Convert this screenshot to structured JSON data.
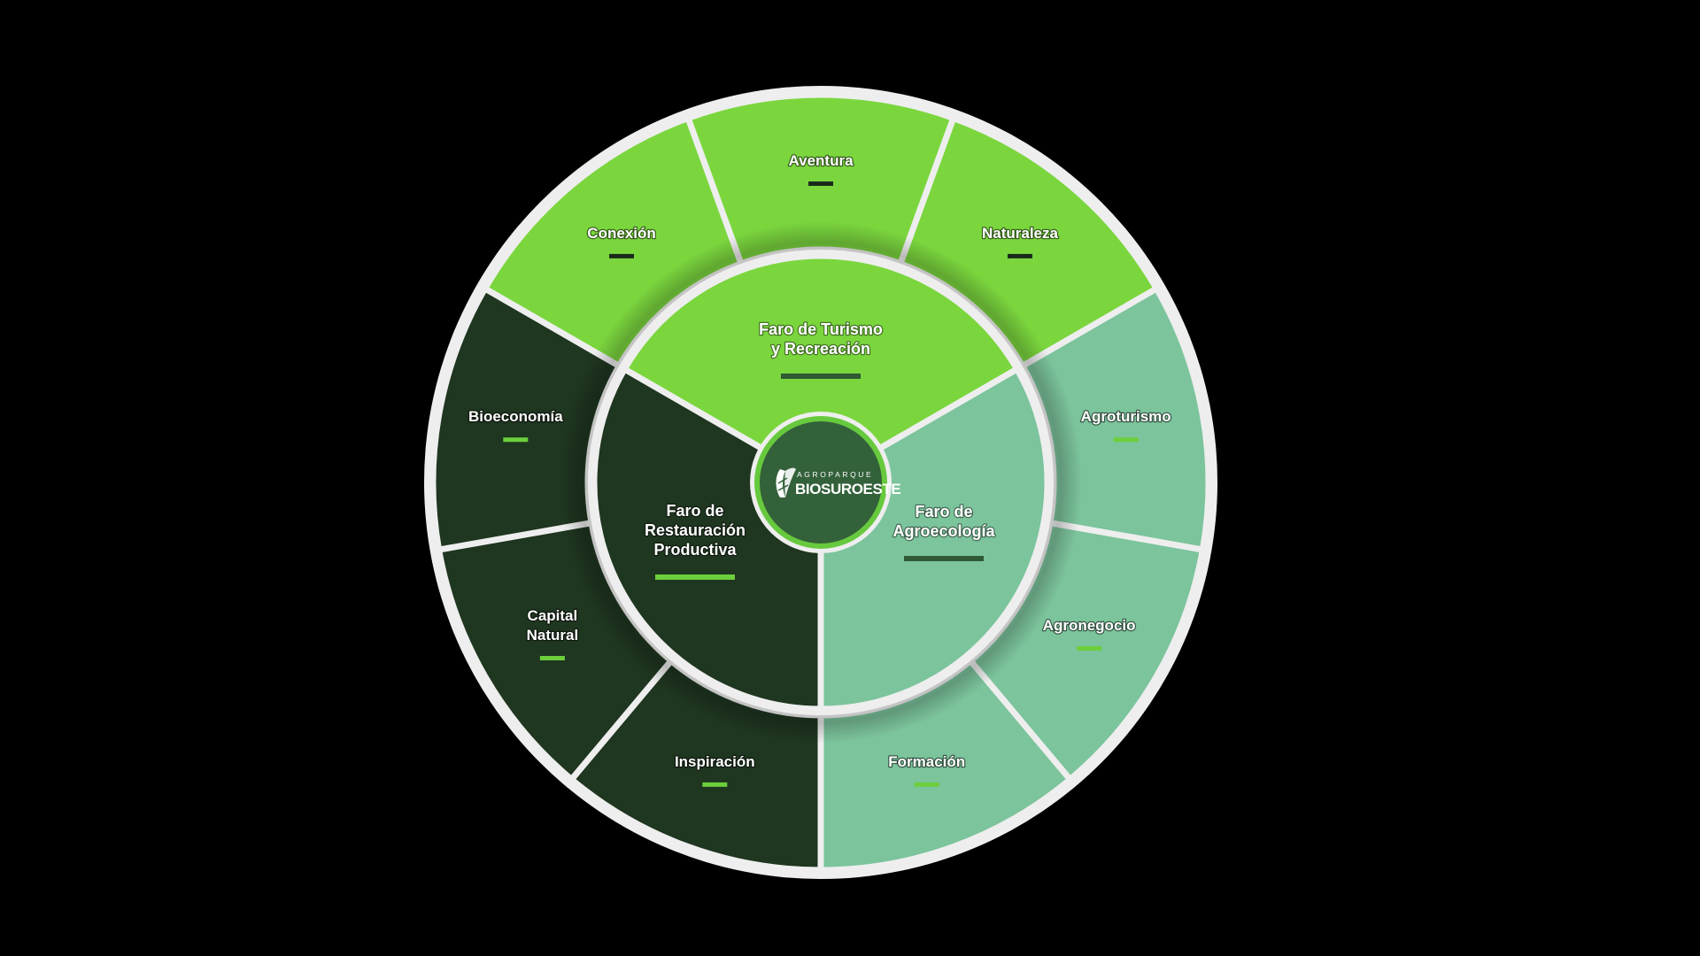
{
  "colors": {
    "background": "#000000",
    "light_green": "#7bd63e",
    "dark_green": "#1f3620",
    "mint_green": "#7cc49c",
    "center_fill": "#33613a",
    "center_ring": "#67c93d",
    "separator": "#eeeeee",
    "bar_dark": "#1a2a1a",
    "bar_light": "#6ccf3c",
    "bar_mid": "#2f5a34"
  },
  "center": {
    "logo_top": "AGROPARQUE",
    "logo_main": "BIOSUROESTE",
    "icon": "leaf-logo-icon"
  },
  "inner": [
    {
      "id": "turismo",
      "lines": [
        "Faro de Turismo",
        "y Recreación"
      ],
      "color": "light"
    },
    {
      "id": "agroecologia",
      "lines": [
        "Faro de",
        "Agroecología"
      ],
      "color": "mint"
    },
    {
      "id": "restauracion",
      "lines": [
        "Faro de",
        "Restauración",
        "Productiva"
      ],
      "color": "dark"
    }
  ],
  "outer": [
    {
      "id": "conexion",
      "lines": [
        "Conexión"
      ],
      "color": "light"
    },
    {
      "id": "aventura",
      "lines": [
        "Aventura"
      ],
      "color": "light"
    },
    {
      "id": "naturaleza",
      "lines": [
        "Naturaleza"
      ],
      "color": "light"
    },
    {
      "id": "agroturismo",
      "lines": [
        "Agroturismo"
      ],
      "color": "mint"
    },
    {
      "id": "agronegocio",
      "lines": [
        "Agronegocio"
      ],
      "color": "mint"
    },
    {
      "id": "formacion",
      "lines": [
        "Formación"
      ],
      "color": "mint"
    },
    {
      "id": "inspiracion",
      "lines": [
        "Inspiración"
      ],
      "color": "dark"
    },
    {
      "id": "capital-natural",
      "lines": [
        "Capital",
        "Natural"
      ],
      "color": "dark"
    },
    {
      "id": "bioeconomia",
      "lines": [
        "Bioeconomía"
      ],
      "color": "dark"
    }
  ]
}
